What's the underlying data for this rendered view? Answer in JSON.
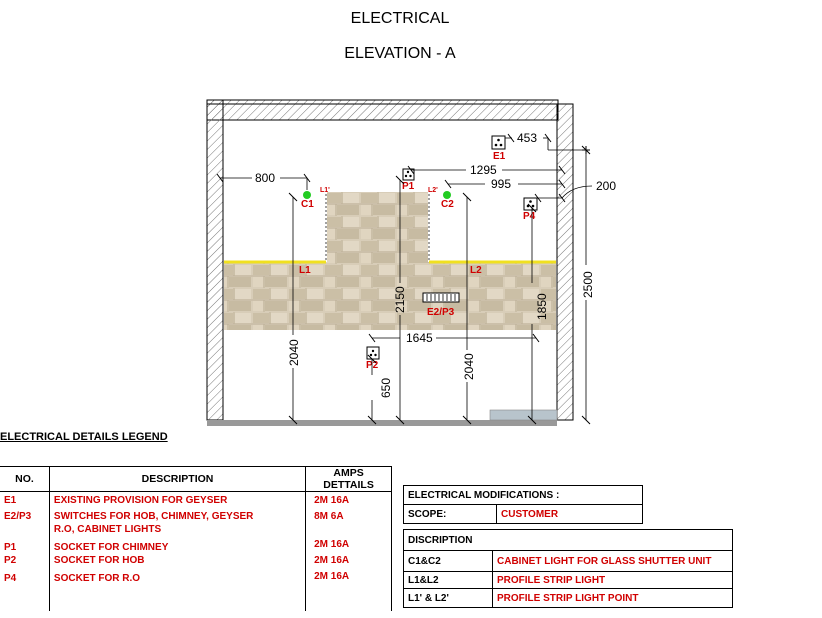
{
  "title": "ELECTRICAL",
  "subtitle": "ELEVATION - A",
  "dimensions": {
    "d453": "453",
    "d1295": "1295",
    "d995": "995",
    "d800": "800",
    "d200": "200",
    "d2150": "2150",
    "d1850": "1850",
    "d2500": "2500",
    "d1645": "1645",
    "d2040_left": "2040",
    "d2040_right": "2040",
    "d650": "650"
  },
  "points": {
    "e1": "E1",
    "p1": "P1",
    "c1": "C1",
    "c2": "C2",
    "l1_prime": "L1'",
    "l2_prime": "L2'",
    "p4": "P4",
    "l1": "L1",
    "l2": "L2",
    "e2p3": "E2/P3",
    "p2": "P2"
  },
  "colors": {
    "red": "#d00000",
    "green": "#22cc22",
    "yellow": "#f0e020",
    "tile": "#d8cdb8"
  },
  "legend": {
    "title": "ELECTRICAL DETAILS LEGEND",
    "headers": [
      "NO.",
      "DESCRIPTION",
      "AMPS DETTAILS"
    ],
    "rows": [
      {
        "no": "E1",
        "desc": "EXISTING PROVISION FOR GEYSER",
        "amps": "2M 16A"
      },
      {
        "no": "E2/P3",
        "desc": "SWITCHES FOR HOB, CHIMNEY, GEYSER",
        "amps": "8M 6A"
      },
      {
        "no": "",
        "desc": "R.O, CABINET LIGHTS",
        "amps": ""
      },
      {
        "no": "P1",
        "desc": "SOCKET FOR CHIMNEY",
        "amps": "2M 16A"
      },
      {
        "no": "P2",
        "desc": "SOCKET FOR HOB",
        "amps": "2M 16A"
      },
      {
        "no": "P4",
        "desc": "SOCKET FOR R.O",
        "amps": "2M 16A"
      }
    ]
  },
  "modifications": {
    "header": "ELECTRICAL MODIFICATIONS :",
    "scope_label": "SCOPE:",
    "scope_value": "CUSTOMER",
    "description_label": "DISCRIPTION",
    "items": [
      {
        "code": "C1&C2",
        "text": "CABINET LIGHT FOR GLASS SHUTTER UNIT"
      },
      {
        "code": "L1&L2",
        "text": "PROFILE STRIP LIGHT"
      },
      {
        "code": "L1' & L2'",
        "text": "PROFILE STRIP LIGHT POINT"
      }
    ]
  }
}
